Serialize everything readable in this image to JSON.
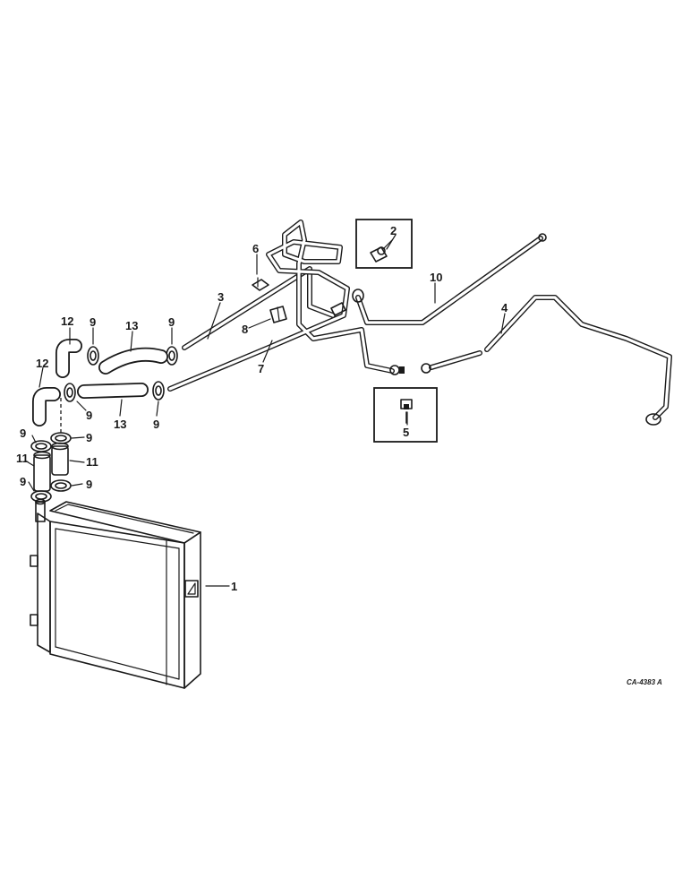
{
  "callouts": {
    "c1": "1",
    "c2": "2",
    "c3": "3",
    "c4": "4",
    "c5": "5",
    "c6": "6",
    "c7": "7",
    "c8": "8",
    "c9": "9",
    "c10": "10",
    "c11": "11",
    "c12": "12",
    "c13": "13"
  },
  "drawing_code": "CA-4383 A"
}
